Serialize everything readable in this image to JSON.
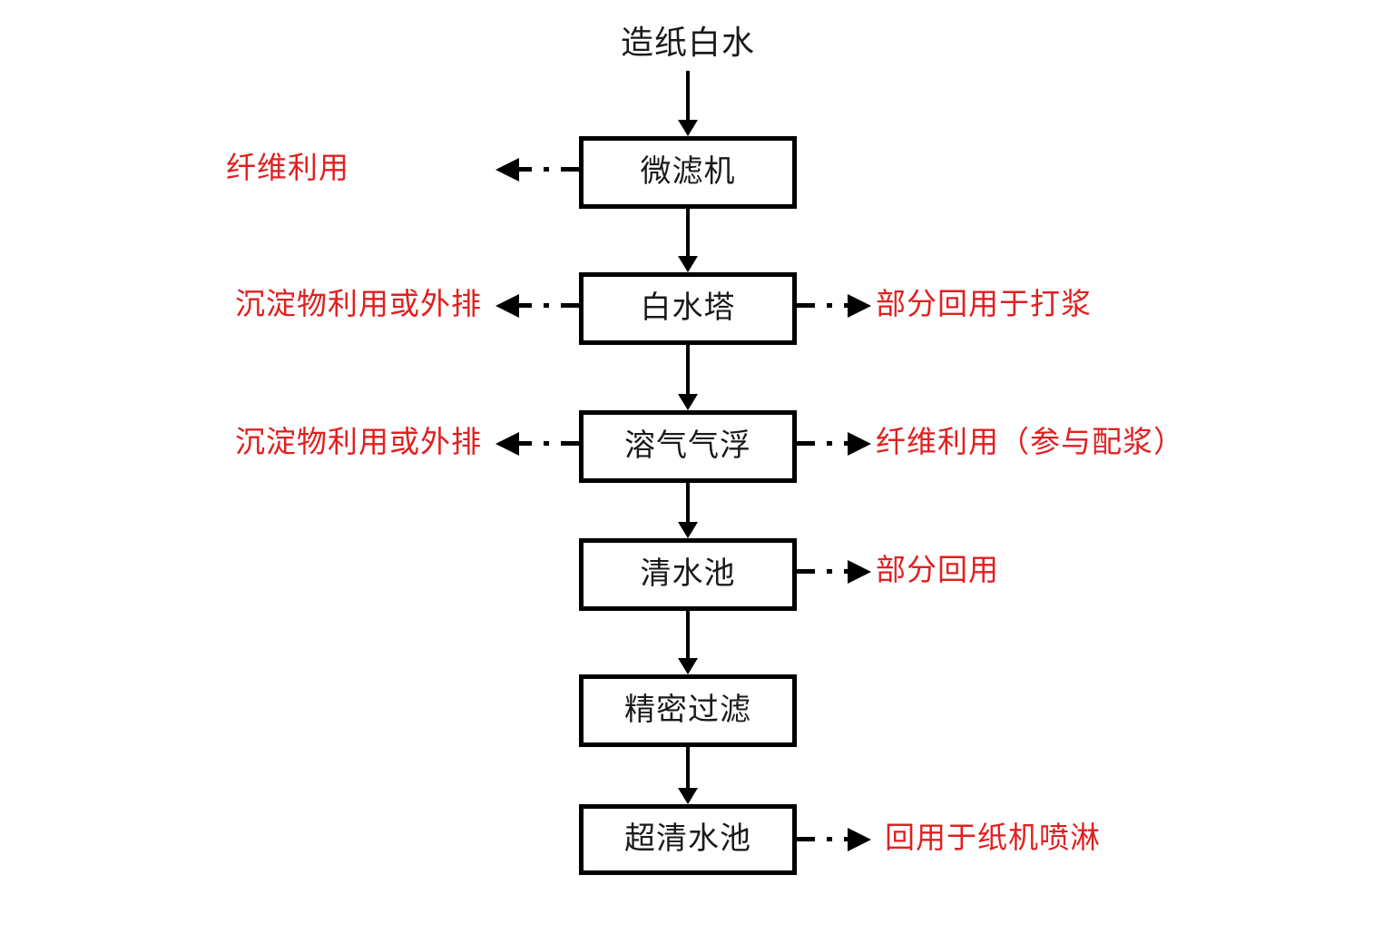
{
  "diagram": {
    "type": "flowchart",
    "orientation": "top-to-bottom",
    "title": "造纸白水",
    "colors": {
      "box_border": "#000000",
      "box_fill": "#ffffff",
      "box_text": "#1a1a1a",
      "flow_arrow": "#000000",
      "annotation_text": "#e02020",
      "background": "#ffffff"
    },
    "source_node": {
      "label": "造纸白水",
      "shape": "plain-text"
    },
    "nodes": [
      {
        "id": "node-1",
        "label": "微滤机",
        "shape": "rectangle"
      },
      {
        "id": "node-2",
        "label": "白水塔",
        "shape": "rectangle"
      },
      {
        "id": "node-3",
        "label": "溶气气浮",
        "shape": "rectangle"
      },
      {
        "id": "node-4",
        "label": "清水池",
        "shape": "rectangle"
      },
      {
        "id": "node-5",
        "label": "精密过滤",
        "shape": "rectangle"
      },
      {
        "id": "node-6",
        "label": "超清水池",
        "shape": "rectangle"
      }
    ],
    "main_flow_edges": [
      {
        "from": "造纸白水",
        "to": "微滤机",
        "style": "solid",
        "arrow": "down"
      },
      {
        "from": "微滤机",
        "to": "白水塔",
        "style": "solid",
        "arrow": "down"
      },
      {
        "from": "白水塔",
        "to": "溶气气浮",
        "style": "solid",
        "arrow": "down"
      },
      {
        "from": "溶气气浮",
        "to": "清水池",
        "style": "solid",
        "arrow": "down"
      },
      {
        "from": "清水池",
        "to": "精密过滤",
        "style": "solid",
        "arrow": "down"
      },
      {
        "from": "精密过滤",
        "to": "超清水池",
        "style": "solid",
        "arrow": "down"
      }
    ],
    "left_branches": [
      {
        "from": "微滤机",
        "label": "纤维利用",
        "style": "dash-dot",
        "arrow": "left"
      },
      {
        "from": "白水塔",
        "label": "沉淀物利用或外排",
        "style": "dash-dot",
        "arrow": "left"
      },
      {
        "from": "溶气气浮",
        "label": "沉淀物利用或外排",
        "style": "dash-dot",
        "arrow": "left"
      }
    ],
    "right_branches": [
      {
        "from": "白水塔",
        "label": "部分回用于打浆",
        "style": "dash-dot",
        "arrow": "right"
      },
      {
        "from": "溶气气浮",
        "label": "纤维利用（参与配浆）",
        "style": "dash-dot",
        "arrow": "right"
      },
      {
        "from": "清水池",
        "label": "部分回用",
        "style": "dash-dot",
        "arrow": "right"
      },
      {
        "from": "超清水池",
        "label": "回用于纸机喷淋",
        "style": "dash-dot",
        "arrow": "right"
      }
    ]
  }
}
